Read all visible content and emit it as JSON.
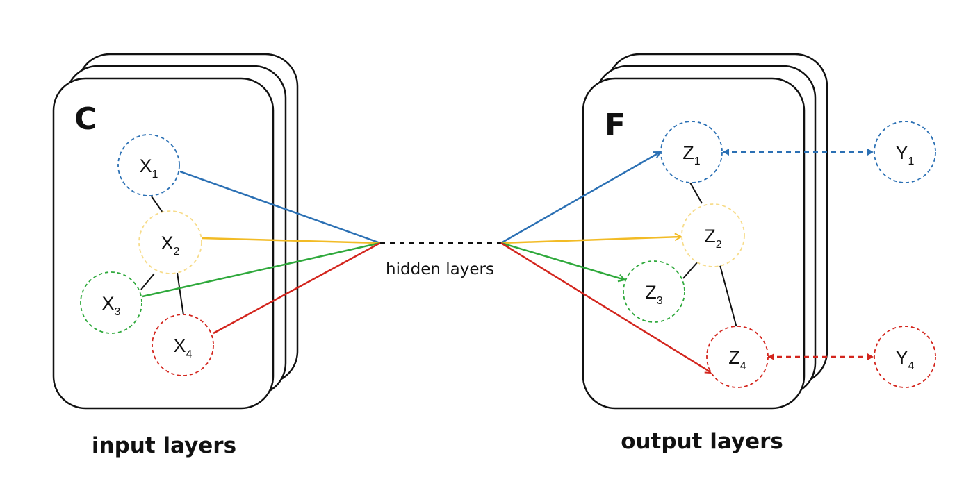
{
  "colors": {
    "blue": "#2b70b4",
    "yellow": "#f2bb25",
    "green": "#2fa93c",
    "red": "#d3251d",
    "black": "#111111",
    "yellow_outline": "#f7dc8a"
  },
  "input_panel": {
    "letter": "C",
    "caption": "input layers",
    "nodes": [
      {
        "letter": "X",
        "sub": "1",
        "color": "blue"
      },
      {
        "letter": "X",
        "sub": "2",
        "color": "yellow"
      },
      {
        "letter": "X",
        "sub": "3",
        "color": "green"
      },
      {
        "letter": "X",
        "sub": "4",
        "color": "red"
      }
    ]
  },
  "hidden": {
    "label": "hidden layers"
  },
  "output_panel": {
    "letter": "F",
    "caption": "output layers",
    "nodes": [
      {
        "letter": "Z",
        "sub": "1",
        "color": "blue"
      },
      {
        "letter": "Z",
        "sub": "2",
        "color": "yellow"
      },
      {
        "letter": "Z",
        "sub": "3",
        "color": "green"
      },
      {
        "letter": "Z",
        "sub": "4",
        "color": "red"
      }
    ]
  },
  "targets": [
    {
      "letter": "Y",
      "sub": "1",
      "color": "blue"
    },
    {
      "letter": "Y",
      "sub": "4",
      "color": "red"
    }
  ]
}
